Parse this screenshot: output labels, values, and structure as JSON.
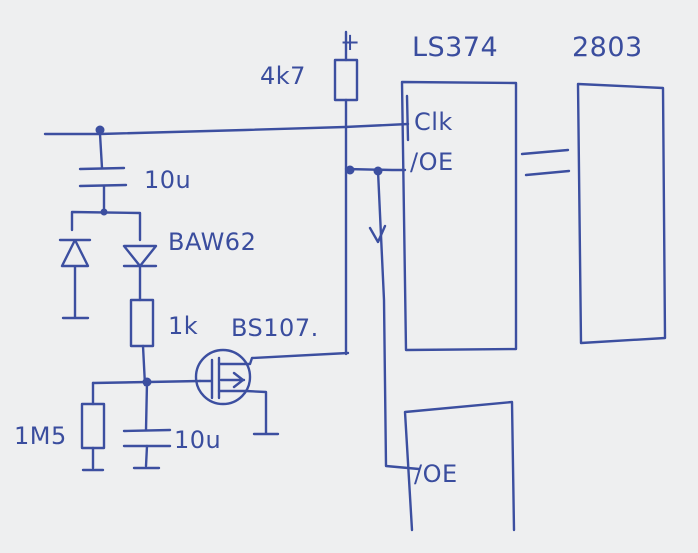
{
  "labels": {
    "plus": "+",
    "chip1": "LS374",
    "chip2": "2803",
    "r_pullup": "4k7",
    "clk": "Clk",
    "oe1": "/OE",
    "cap1": "10u",
    "diode": "BAW62",
    "r_series": "1k",
    "mosfet": "BS107.",
    "r_bleed": "1M5",
    "cap2": "10u",
    "oe2": "/OE"
  },
  "colors": {
    "ink": "#3c4fa0",
    "paper": "#eeeff0"
  }
}
